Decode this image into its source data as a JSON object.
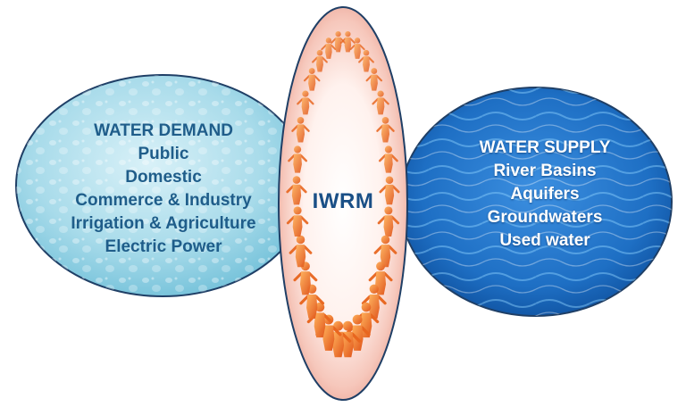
{
  "center": {
    "title": "IWRM"
  },
  "demand": {
    "heading": "WATER DEMAND",
    "items": [
      "Public",
      "Domestic",
      "Commerce & Industry",
      "Irrigation & Agriculture",
      "Electric Power"
    ]
  },
  "supply": {
    "heading": "WATER SUPPLY",
    "items": [
      "River Basins",
      "Aquifers",
      "Groundwaters",
      "Used water"
    ]
  },
  "colors": {
    "demand_fill": "#8fd0e6",
    "supply_fill": "#1e6fc4",
    "people": "#f07a1e",
    "text_dark": "#1f5d8a"
  }
}
